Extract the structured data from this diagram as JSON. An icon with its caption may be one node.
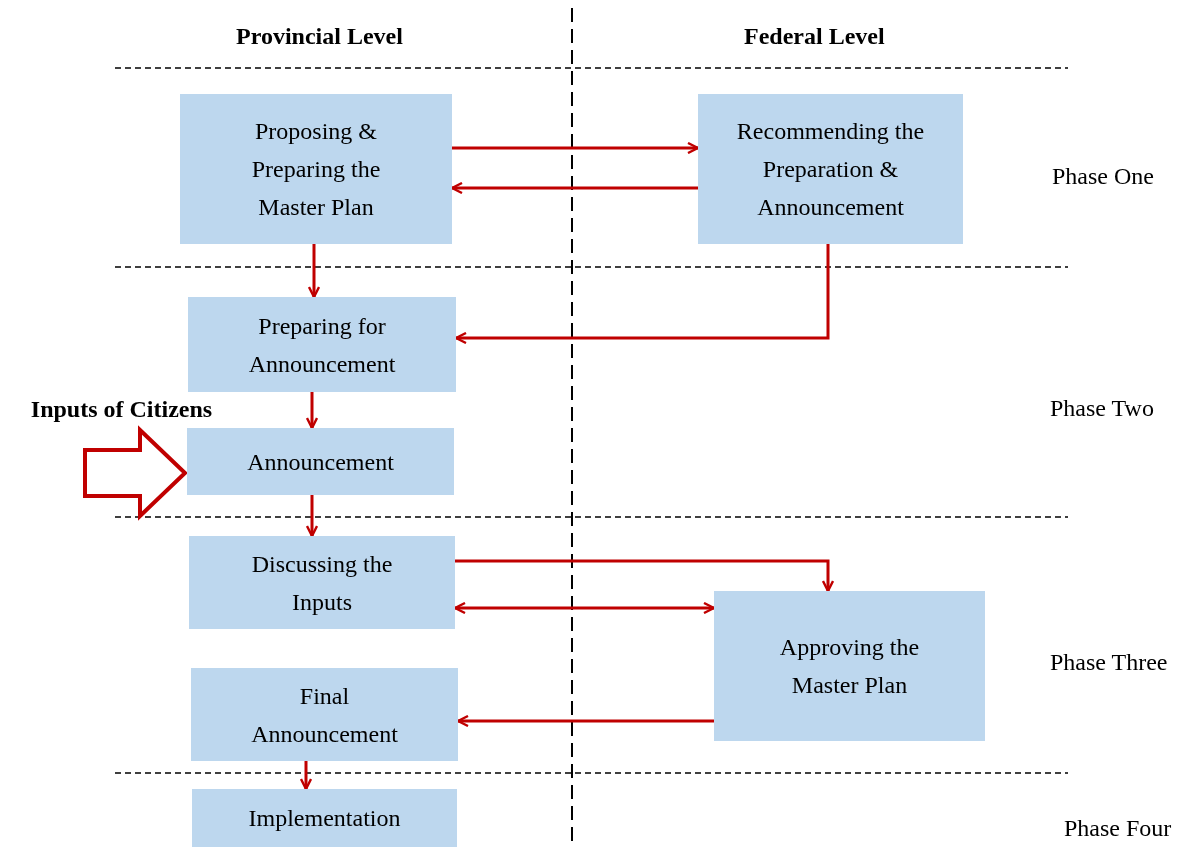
{
  "diagram": {
    "nodes": [
      {
        "text": [
          "Proposing & Preparing the Master Plan"
        ]
      },
      {
        "text": [
          "Recommending the Preparation & Announcement"
        ]
      },
      {
        "text": [
          "Preparing for Announcement"
        ]
      },
      {
        "text": [
          "Announcement"
        ]
      },
      {
        "text": [
          "Discussing the Inputs"
        ]
      },
      {
        "text": [
          "Approving the Master Plan"
        ]
      },
      {
        "text": [
          "Final Announcement"
        ]
      },
      {
        "text": [
          "Implementation"
        ]
      },
      {
        "text": [
          "Inputs of Citizens"
        ]
      }
    ],
    "edges": [
      {
        "from": 0,
        "to": 1,
        "arrow": "to"
      },
      {
        "from": 1,
        "to": 0,
        "arrow": "to"
      },
      {
        "from": 0,
        "to": 2,
        "arrow": "to"
      },
      {
        "from": 1,
        "to": 2,
        "arrow": "to"
      },
      {
        "from": 2,
        "to": 3,
        "arrow": "to"
      },
      {
        "from": 3,
        "to": 4,
        "arrow": "to"
      },
      {
        "from": 4,
        "to": 5,
        "arrow": "to"
      },
      {
        "from": 4,
        "to": 5,
        "arrow": "both"
      },
      {
        "from": 5,
        "to": 6,
        "arrow": "to"
      },
      {
        "from": 6,
        "to": 7,
        "arrow": "to"
      },
      {
        "from": 8,
        "to": 3,
        "arrow": "to",
        "style": "thick"
      }
    ],
    "labels": [
      "Provincial Level",
      "Federal Level",
      "Phase One",
      "Phase Two",
      "Phase Three",
      "Phase Four"
    ]
  }
}
